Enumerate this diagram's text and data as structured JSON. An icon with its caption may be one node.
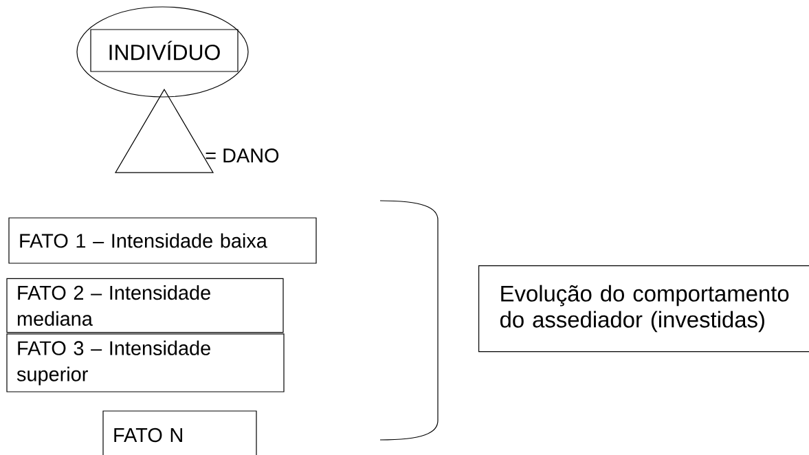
{
  "diagram": {
    "nodes": [
      {
        "text": [],
        "shape": "ellipse"
      },
      {
        "text": [
          "INDIVÍDUO"
        ],
        "in": 0
      },
      {
        "text": [],
        "shape": "triangle",
        "beside": [
          "= DANO"
        ]
      },
      {
        "text": [
          "FATO 1 – Intensidade baixa"
        ]
      },
      {
        "text": [
          "FATO 2 – Intensidade mediana"
        ]
      },
      {
        "text": [
          "FATO 3 – Intensidade superior"
        ]
      },
      {
        "text": [
          "FATO N"
        ]
      },
      {
        "text": [
          "Evolução do comportamento do assediador (investidas)"
        ]
      }
    ]
  }
}
